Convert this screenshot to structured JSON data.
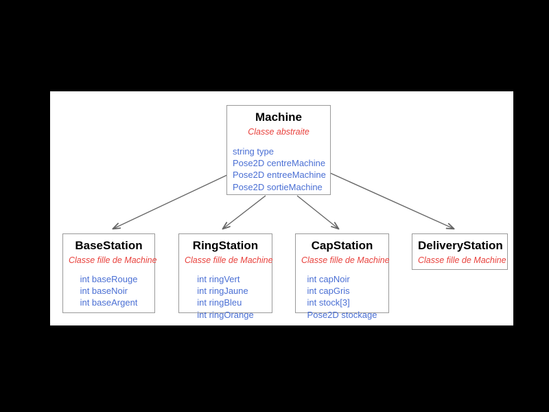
{
  "diagram": {
    "kind": "uml-class-hierarchy",
    "background_color": "#000000",
    "sheet_color": "#ffffff",
    "border_color": "#999999",
    "title_color": "#000000",
    "subtitle_color": "#e8413c",
    "attribute_color": "#4a6fd4",
    "arrow_color": "#666666",
    "root": {
      "name": "Machine",
      "stereotype": "Classe abstraite",
      "attributes": [
        "string type",
        "Pose2D centreMachine",
        "Pose2D entreeMachine",
        "Pose2D sortieMachine"
      ]
    },
    "children": [
      {
        "name": "BaseStation",
        "stereotype": "Classe fille de Machine",
        "attributes": [
          "int baseRouge",
          "int baseNoir",
          "int baseArgent"
        ]
      },
      {
        "name": "RingStation",
        "stereotype": "Classe fille de Machine",
        "attributes": [
          "int ringVert",
          "int ringJaune",
          "int ringBleu",
          "int ringOrange"
        ]
      },
      {
        "name": "CapStation",
        "stereotype": "Classe fille de Machine",
        "attributes": [
          "int capNoir",
          "int capGris",
          "int stock[3]",
          "Pose2D stockage"
        ]
      },
      {
        "name": "DeliveryStation",
        "stereotype": "Classe fille de Machine",
        "attributes": []
      }
    ]
  }
}
